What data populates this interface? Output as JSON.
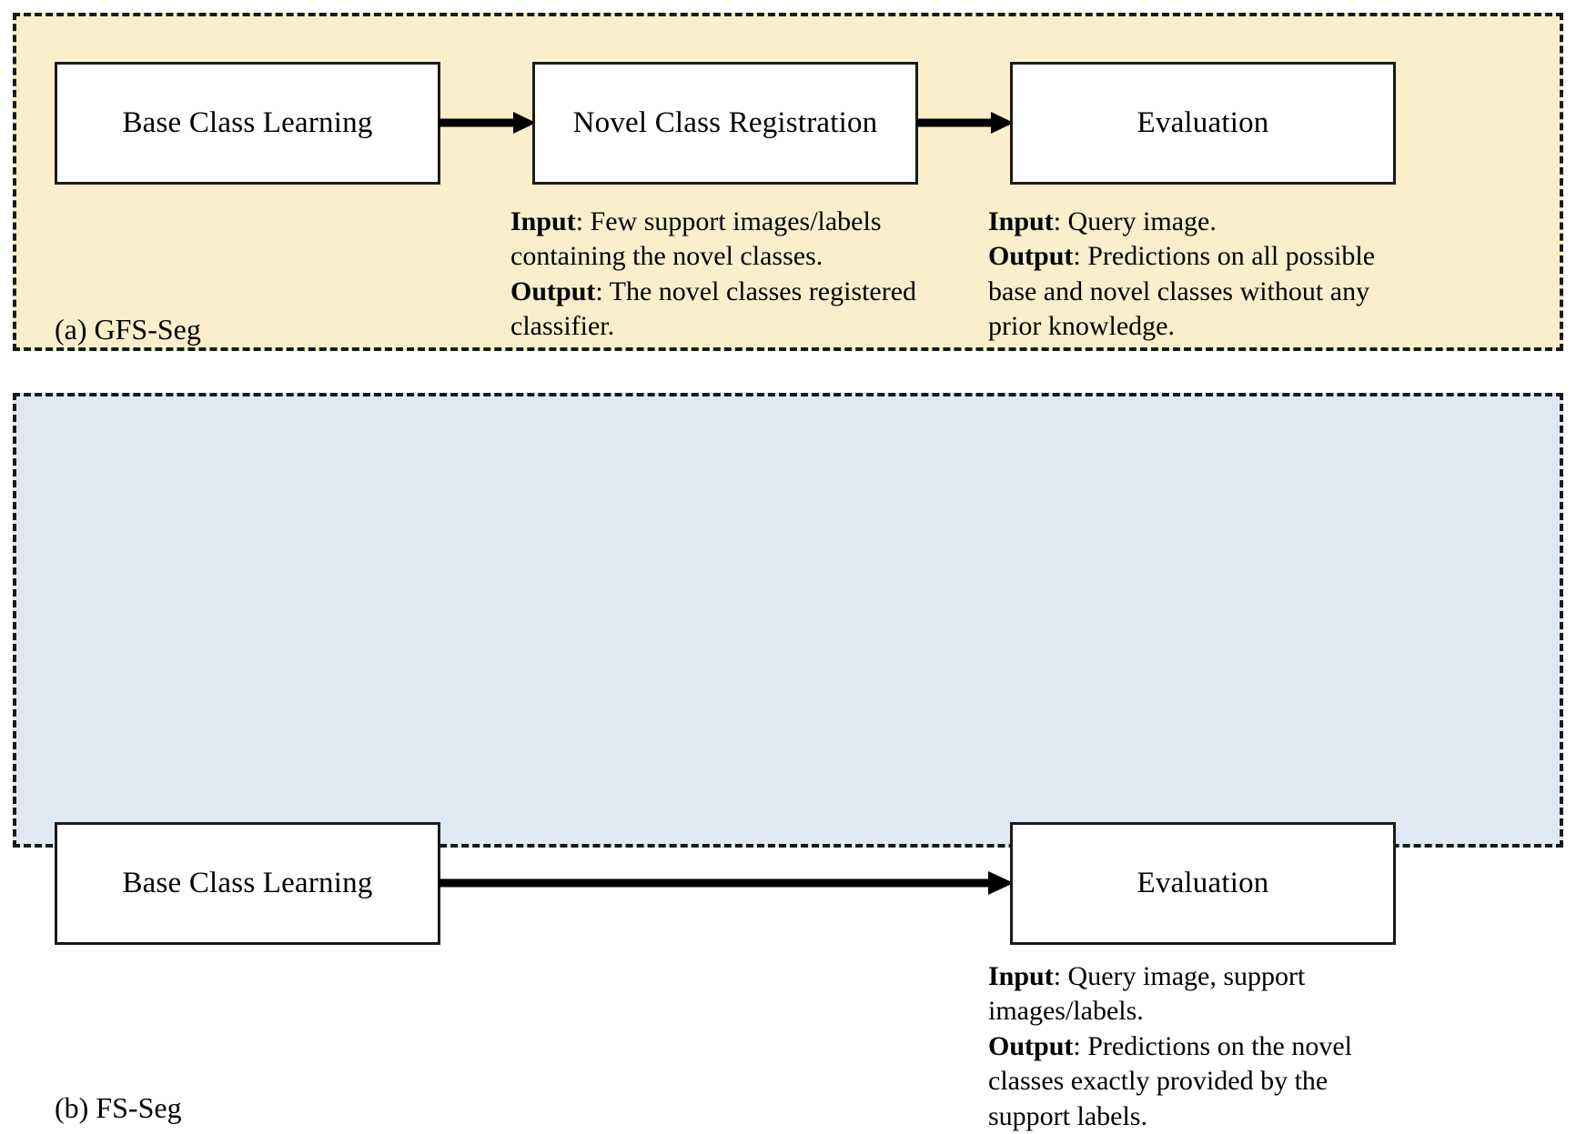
{
  "figure": {
    "background": "#ffffff",
    "panels": [
      {
        "id": "gfs",
        "caption": "(a) GFS-Seg",
        "background_color": "#faeecb",
        "border_style": "dashed",
        "border_color": "#1a1a1a",
        "stages": [
          {
            "name": "base-class-learning",
            "label": "Base Class Learning"
          },
          {
            "name": "novel-class-registration",
            "label": "Novel Class Registration"
          },
          {
            "name": "evaluation",
            "label": "Evaluation"
          }
        ],
        "arrows": [
          {
            "name": "arrow-base-to-novel",
            "from": "Base Class Learning",
            "to": "Novel Class Registration"
          },
          {
            "name": "arrow-novel-to-evaluation",
            "from": "Novel Class Registration",
            "to": "Evaluation"
          }
        ],
        "descriptions": [
          {
            "name": "novel-class-registration-description",
            "input_label": "Input",
            "input_text": ": Few support images/labels containing the novel classes.",
            "output_label": "Output",
            "output_text": ": The novel classes registered classifier."
          },
          {
            "name": "evaluation-description",
            "input_label": "Input",
            "input_text": ": Query image.",
            "output_label": "Output",
            "output_text": ": Predictions on all possible base and novel classes without any prior knowledge."
          }
        ]
      },
      {
        "id": "fs",
        "caption": "(b) FS-Seg",
        "background_color": "#e0e9f3",
        "border_style": "dashed",
        "border_color": "#1a1a1a",
        "stages": [
          {
            "name": "base-class-learning",
            "label": "Base Class Learning"
          },
          {
            "name": "evaluation",
            "label": "Evaluation"
          }
        ],
        "arrows": [
          {
            "name": "arrow-base-to-evaluation",
            "from": "Base Class Learning",
            "to": "Evaluation"
          }
        ],
        "descriptions": [
          {
            "name": "evaluation-description",
            "input_label": "Input",
            "input_text": ": Query image, support images/labels.",
            "output_label": "Output",
            "output_text": ": Predictions on the novel classes exactly provided by the support labels."
          }
        ]
      }
    ]
  }
}
